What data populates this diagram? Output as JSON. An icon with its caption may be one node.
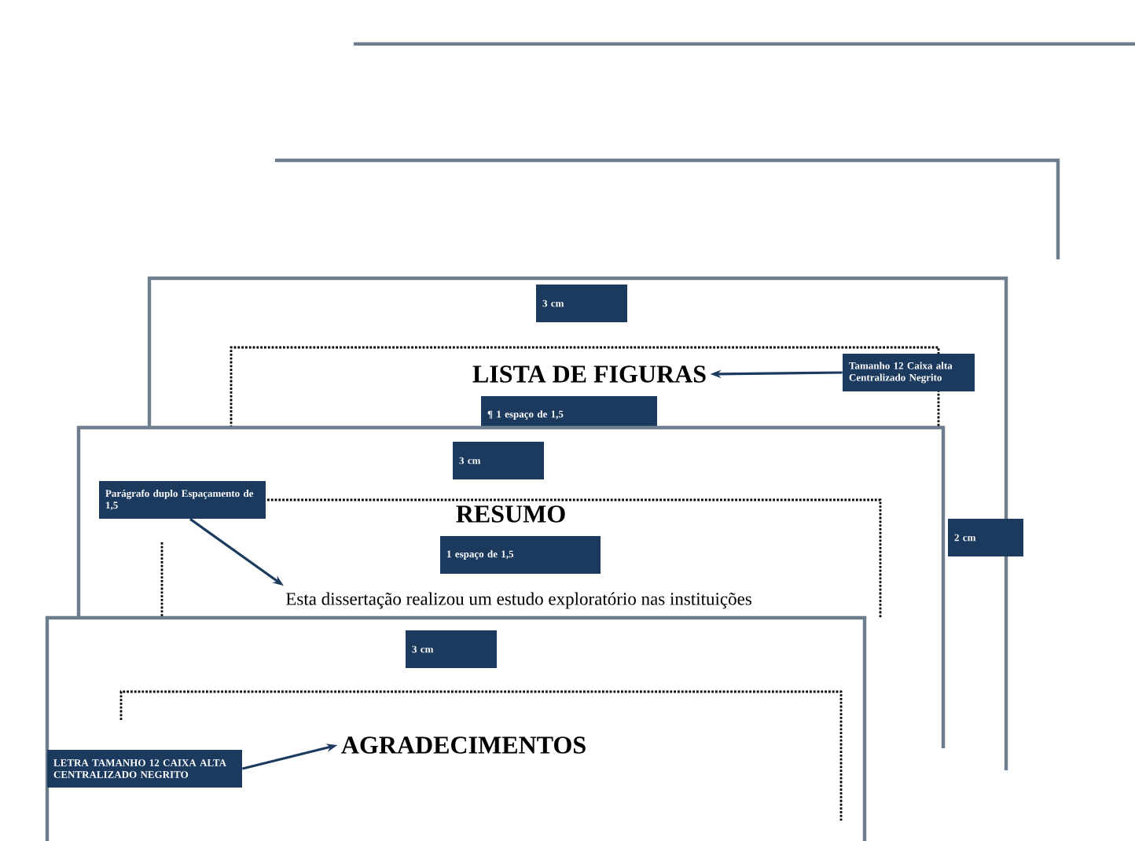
{
  "diagram": {
    "nodes": [
      {
        "text": [
          "3 cm"
        ]
      },
      {
        "text": [
          "Tamanho 12 Caixa alta Centralizado Negrito"
        ]
      },
      {
        "text": [
          "LISTA DE FIGURAS"
        ]
      },
      {
        "text": [
          "¶ 1 espaço de 1,5"
        ]
      },
      {
        "text": [
          "3 cm"
        ]
      },
      {
        "text": [
          "Parágrafo duplo Espaçamento de 1,5"
        ]
      },
      {
        "text": [
          "RESUMO"
        ]
      },
      {
        "text": [
          "1 espaço de 1,5"
        ]
      },
      {
        "text": [
          "2 cm"
        ]
      },
      {
        "text": [
          "Esta dissertação realizou um estudo exploratório nas instituições"
        ]
      },
      {
        "text": [
          "3 cm"
        ]
      },
      {
        "text": [
          "LETRA TAMANHO 12 CAIXA ALTA CENTRALIZADO NEGRITO"
        ]
      },
      {
        "text": [
          "AGRADECIMENTOS"
        ]
      }
    ],
    "edges": [
      {
        "from": 1,
        "to": 2,
        "arrow": "to"
      },
      {
        "from": 5,
        "to": 9,
        "arrow": "to"
      },
      {
        "from": 11,
        "to": 12,
        "arrow": "to"
      }
    ]
  }
}
